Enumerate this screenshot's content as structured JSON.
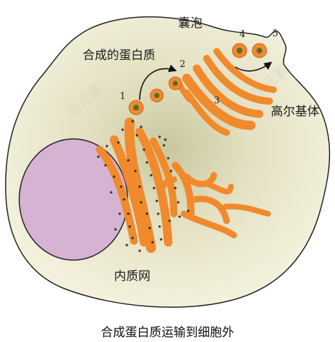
{
  "labels": {
    "vesicle": "囊泡",
    "synthesized_protein": "合成的蛋白质",
    "golgi": "高尔基体",
    "er": "内质网",
    "caption": "合成蛋白质运输到细胞外"
  },
  "steps": [
    "1",
    "2",
    "3",
    "4",
    "5"
  ],
  "watermark": "氢元素",
  "colors": {
    "cytoplasm": "#f1efd8",
    "cytoplasm_center": "#c9c79e",
    "nucleus": "#d6b2d3",
    "organelle": "#f08a2c",
    "organelle_edge": "#d06a16",
    "vesicle_core": "#5a6b2e",
    "ribosome": "#3a2a1a"
  },
  "icons": {
    "arrow_1": "curved-arrow",
    "arrow_2": "curved-arrow"
  }
}
